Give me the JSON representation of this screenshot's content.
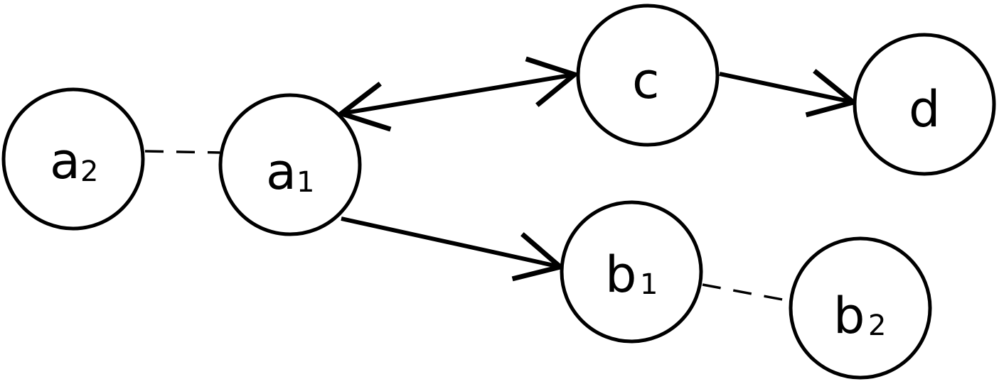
{
  "nodes": [
    {
      "id": "a2",
      "label": "a",
      "sub": "2"
    },
    {
      "id": "a1",
      "label": "a",
      "sub": "1"
    },
    {
      "id": "c",
      "label": "c",
      "sub": ""
    },
    {
      "id": "d",
      "label": "d",
      "sub": ""
    },
    {
      "id": "b1",
      "label": "b",
      "sub": "1"
    },
    {
      "id": "b2",
      "label": "b",
      "sub": "2"
    }
  ],
  "edges": [
    {
      "from": "a2",
      "to": "a1",
      "style": "dashed",
      "direction": "none"
    },
    {
      "from": "a1",
      "to": "c",
      "style": "solid",
      "direction": "both"
    },
    {
      "from": "c",
      "to": "d",
      "style": "solid",
      "direction": "forward"
    },
    {
      "from": "a1",
      "to": "b1",
      "style": "solid",
      "direction": "forward"
    },
    {
      "from": "b1",
      "to": "b2",
      "style": "dashed",
      "direction": "none"
    }
  ],
  "colors": {
    "stroke": "#000000",
    "fill": "#ffffff"
  }
}
